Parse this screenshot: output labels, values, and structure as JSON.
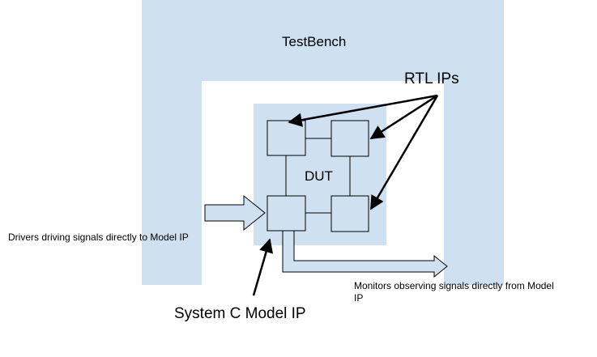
{
  "labels": {
    "testbench": "TestBench",
    "rtl_ips": "RTL IPs",
    "dut": "DUT",
    "drivers": "Drivers driving signals directly to Model IP",
    "monitors_line1": "Monitors observing signals directly from Model",
    "monitors_line2": "IP",
    "model_ip": "System C Model IP"
  },
  "colors": {
    "region_fill": "#cfe0f0",
    "stroke": "#000000",
    "block_fill": "#cfe0f0",
    "background": "#ffffff"
  }
}
